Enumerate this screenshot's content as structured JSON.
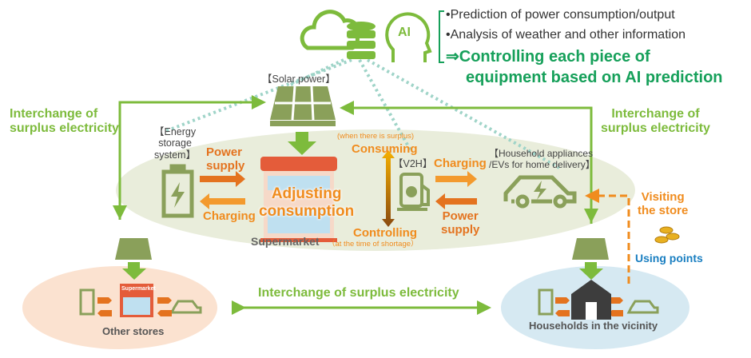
{
  "ai": {
    "badge": "AI",
    "bullets": [
      "•Prediction of power consumption/output",
      "•Analysis of weather and other information"
    ],
    "conclusion_line1": "⇒Controlling each piece of",
    "conclusion_line2": "equipment based on AI prediction"
  },
  "labels": {
    "solar_power": "【Solar power】",
    "interchange_left": [
      "Interchange of",
      "surplus electricity"
    ],
    "interchange_right": [
      "Interchange of",
      "surplus electricity"
    ],
    "interchange_bottom": "Interchange of surplus electricity",
    "energy_storage": [
      "【Energy",
      "storage",
      "system】"
    ],
    "power_supply_left": [
      "Power",
      "supply"
    ],
    "charging_left": "Charging",
    "adjusting": [
      "Adjusting",
      "consumption"
    ],
    "supermarket": "Supermarket",
    "supermarket_sign": "Supermarket",
    "when_surplus": "(when there is surplus)",
    "consuming": "Consuming",
    "controlling": "Controlling",
    "at_shortage": "（at the time of shortage）",
    "v2h": "【V2H】",
    "charging_right": "Charging",
    "power_supply_right": [
      "Power",
      "supply"
    ],
    "household_appliances": [
      "【Household appliances",
      "/EVs for home delivery】"
    ],
    "visiting_store": [
      "Visiting",
      "the store"
    ],
    "using_points": "Using points",
    "other_stores": "Other stores",
    "households": "Households in the vicinity"
  },
  "colors": {
    "green": "#7dbb3c",
    "orange": "#f08c1e",
    "dark_green": "#16a05a",
    "blue": "#1a7fc1"
  }
}
